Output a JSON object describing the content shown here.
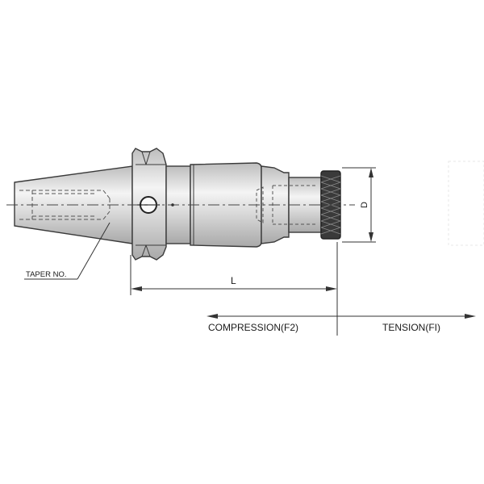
{
  "diagram": {
    "labels": {
      "taper_no": "TAPER NO.",
      "length": "L",
      "diameter": "D",
      "compression": "COMPRESSION(F2)",
      "tension": "TENSION(FI)"
    },
    "colors": {
      "body_fill": "#d8d8d8",
      "body_highlight": "#f2f2f2",
      "outline": "#3a3a3a",
      "hidden_line": "#555555",
      "knurl": "#2e2e2e"
    }
  }
}
